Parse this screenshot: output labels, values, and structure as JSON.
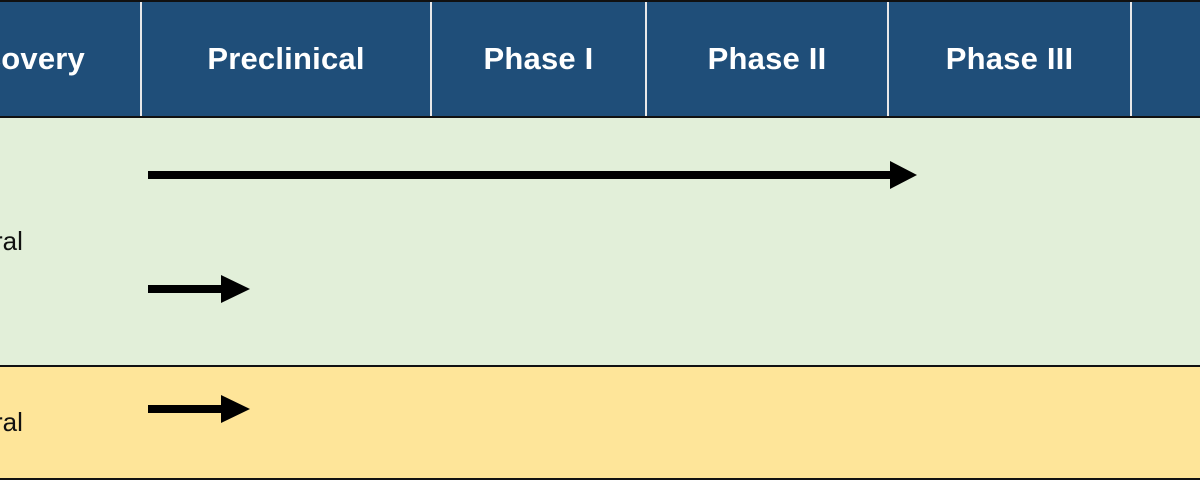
{
  "header": {
    "columns": [
      {
        "id": "discovery",
        "label": "Discovery"
      },
      {
        "id": "preclinical",
        "label": "Preclinical"
      },
      {
        "id": "phase1",
        "label": "Phase I"
      },
      {
        "id": "phase2",
        "label": "Phase II"
      },
      {
        "id": "phase3",
        "label": "Phase III"
      },
      {
        "id": "approval",
        "label": ""
      }
    ]
  },
  "rows": [
    {
      "id": "row-1",
      "label": "ral",
      "color": "#e2efd9"
    },
    {
      "id": "row-2",
      "label": "ral",
      "color": "#fee599"
    }
  ],
  "colors": {
    "header_bg": "#1f4e79",
    "header_text": "#ffffff",
    "arrow": "#000000"
  }
}
